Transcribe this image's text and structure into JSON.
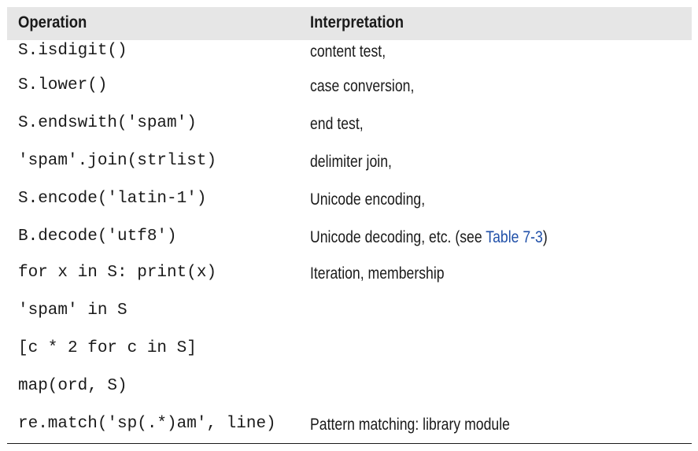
{
  "table": {
    "headers": {
      "operation": "Operation",
      "interpretation": "Interpretation"
    },
    "rows": [
      {
        "operation": "S.isdigit()",
        "interpretation": "content test,"
      },
      {
        "operation": "S.lower()",
        "interpretation": "case conversion,"
      },
      {
        "operation": "S.endswith('spam')",
        "interpretation": "end test,"
      },
      {
        "operation": "'spam'.join(strlist)",
        "interpretation": "delimiter join,"
      },
      {
        "operation": "S.encode('latin-1')",
        "interpretation": "Unicode encoding,"
      },
      {
        "operation": "B.decode('utf8')",
        "interpretation": "Unicode decoding, etc. (see ",
        "link": "Table 7-3",
        "after": ")"
      },
      {
        "operation": "for x in S: print(x)",
        "interpretation": "Iteration, membership"
      },
      {
        "operation": "'spam' in S",
        "interpretation": ""
      },
      {
        "operation": "[c * 2 for c in S]",
        "interpretation": ""
      },
      {
        "operation": "map(ord, S)",
        "interpretation": ""
      },
      {
        "operation": "re.match('sp(.*)am', line)",
        "interpretation": "Pattern matching: library module"
      }
    ]
  },
  "colors": {
    "header_bg": "#e6e6e6",
    "text": "#1a1a1a",
    "link": "#1f4fa8"
  }
}
